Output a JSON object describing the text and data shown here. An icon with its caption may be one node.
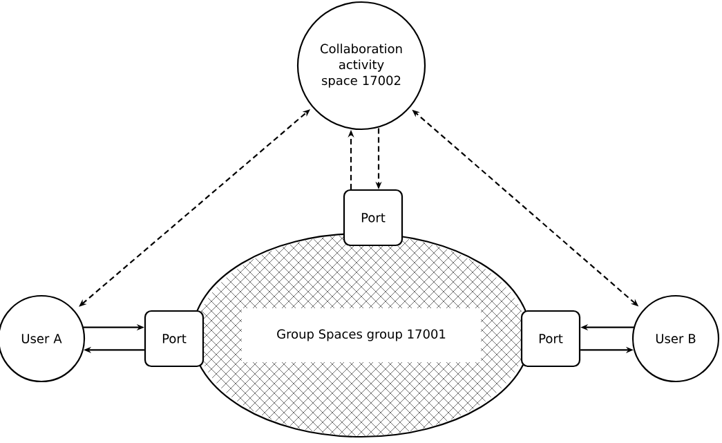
{
  "diagram": {
    "nodes": [
      {
        "text": [
          "Collaboration activity space 17002"
        ]
      },
      {
        "text": [
          "Group Spaces group 17001"
        ]
      },
      {
        "text": [
          "Port"
        ]
      },
      {
        "text": [
          "Port"
        ]
      },
      {
        "text": [
          "Port"
        ]
      },
      {
        "text": [
          "User A"
        ]
      },
      {
        "text": [
          "User B"
        ]
      }
    ],
    "edges": [
      {
        "from": 5,
        "to": 0,
        "arrow": "both",
        "style": "dashed"
      },
      {
        "from": 6,
        "to": 0,
        "arrow": "both",
        "style": "dashed"
      },
      {
        "from": 2,
        "to": 0,
        "arrow": "to",
        "style": "dashed"
      },
      {
        "from": 0,
        "to": 2,
        "arrow": "to",
        "style": "dashed"
      },
      {
        "from": 5,
        "to": 3,
        "arrow": "to"
      },
      {
        "from": 3,
        "to": 5,
        "arrow": "to"
      },
      {
        "from": 6,
        "to": 4,
        "arrow": "to"
      },
      {
        "from": 4,
        "to": 6,
        "arrow": "to"
      }
    ]
  }
}
